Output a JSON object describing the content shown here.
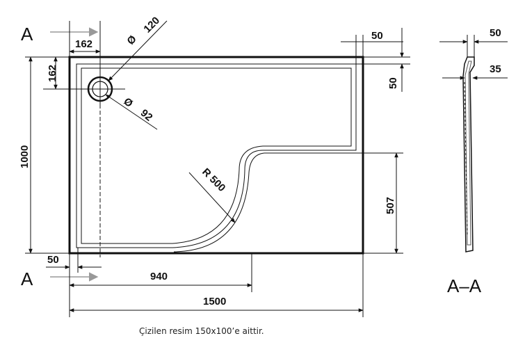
{
  "section_labels": {
    "top_a": "A",
    "bottom_a": "A",
    "section_view": "A–A"
  },
  "dimensions": {
    "drain_from_left": "162",
    "drain_from_top": "162",
    "drain_phi_outer": "120",
    "drain_phi_inner": "92",
    "total_height": "1000",
    "step_width": "50",
    "step_height": "50",
    "cutout_height": "507",
    "radius": "R 500",
    "bottom_left_offset": "50",
    "cutout_x": "940",
    "total_width": "1500",
    "section_top_width": "50",
    "section_rim": "35"
  },
  "symbols": {
    "phi": "Ø"
  },
  "caption": "Çizilen resim 150x100’e aittir.",
  "colors": {
    "ink": "#111111",
    "arrow": "#999999"
  }
}
